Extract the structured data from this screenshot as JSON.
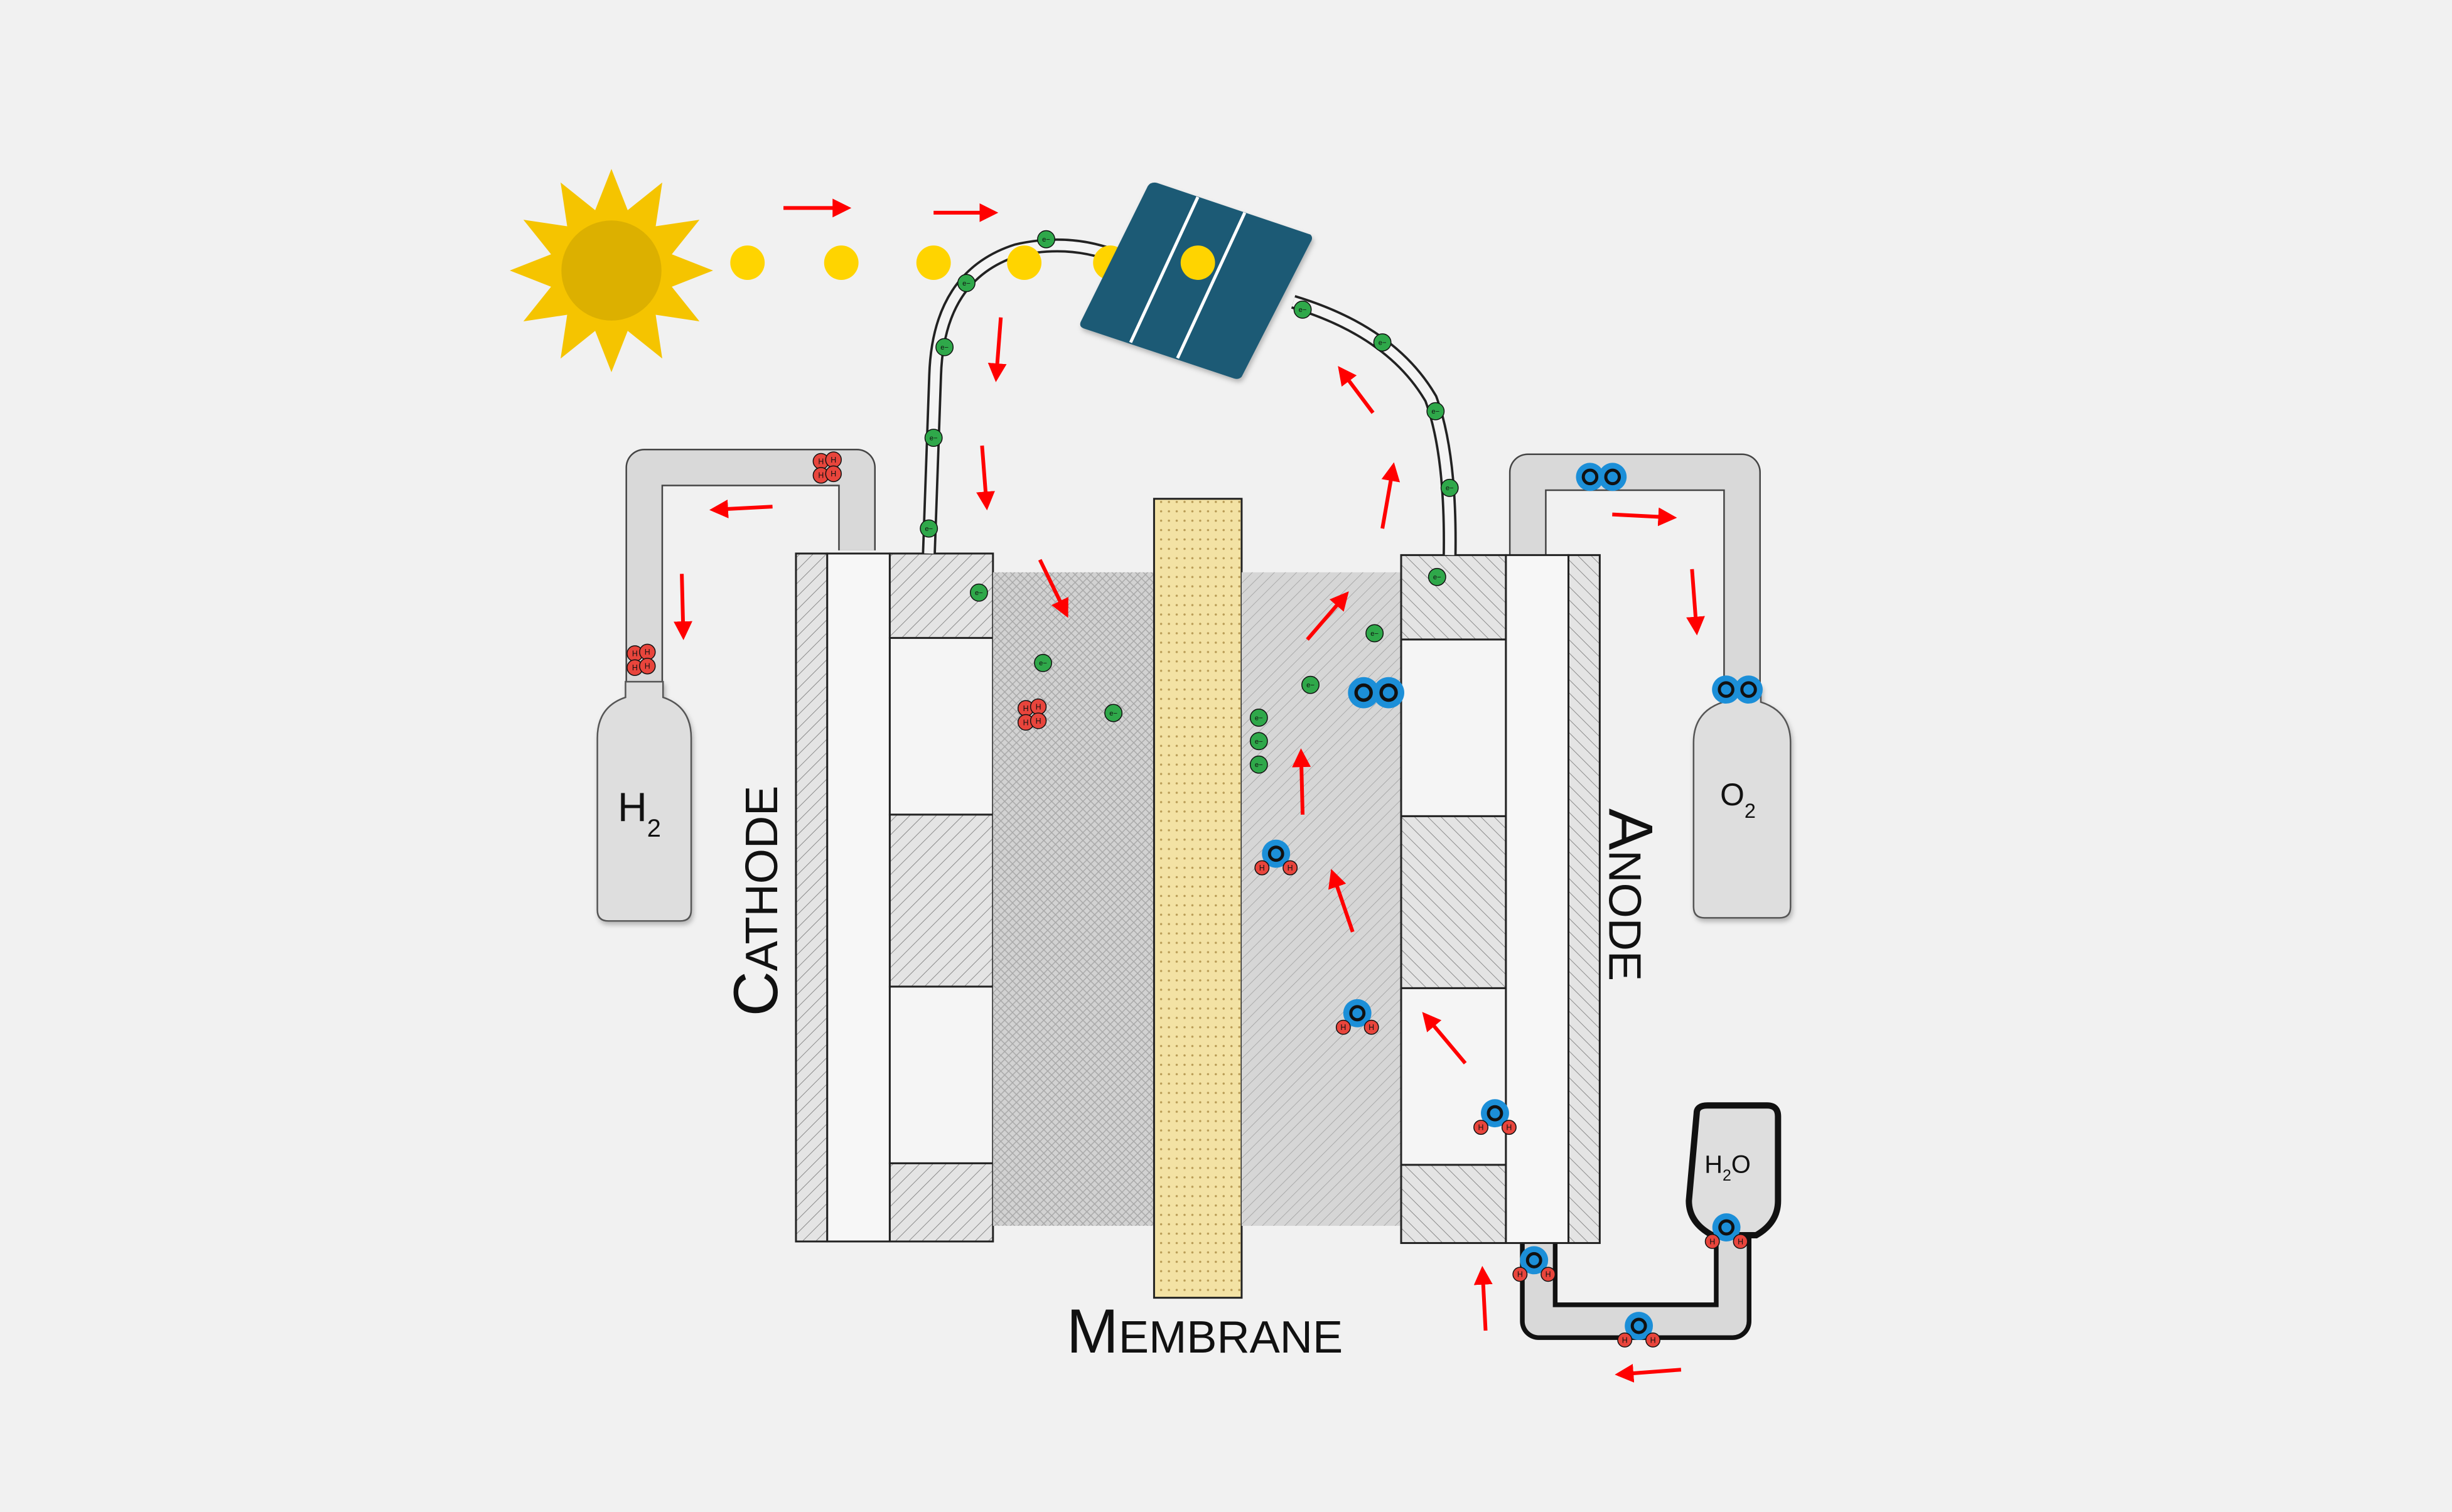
{
  "labels": {
    "cathode_big": "C",
    "cathode_rest": "ATHODE",
    "anode_big": "A",
    "anode_rest": "NODE",
    "membrane_big": "M",
    "membrane_rest": "EMBRANE",
    "h2_main": "H",
    "h2_sub": "2",
    "o2_main": "O",
    "o2_sub": "2",
    "h2o_h": "H",
    "h2o_sub": "2",
    "h2o_o": "O"
  },
  "particles": {
    "electron": "e−",
    "hydrogen": "H",
    "oxygen": "O"
  },
  "colors": {
    "background": "#f1f1f1",
    "sun": "#f5c400",
    "sun_core": "#dcb000",
    "photon": "#ffd400",
    "panel": "#1e5a75",
    "arrow": "#ff0000",
    "electron": "#2fa84a",
    "hydrogen": "#e8453c",
    "oxygen": "#1c8fd8",
    "membrane": "#f3e2a4",
    "tube": "#d9d9d9",
    "tank": "#dedede"
  },
  "icons": [
    "sun-icon",
    "photon-icon",
    "solar-panel-icon",
    "electron-icon",
    "hydrogen-molecule-icon",
    "oxygen-molecule-icon",
    "water-molecule-icon",
    "flow-arrow-icon",
    "gas-cylinder-icon"
  ]
}
